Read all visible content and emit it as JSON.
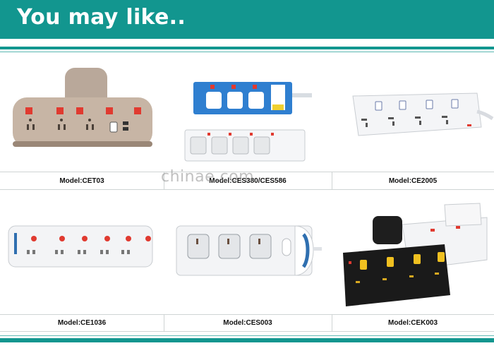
{
  "header": {
    "title": "You may like.."
  },
  "watermark": "chinae.com",
  "products": [
    {
      "model": "Model:CET03",
      "icon": "t-shaped-socket-adapter"
    },
    {
      "model": "Model:CES380/CES586",
      "icon": "universal-power-strips"
    },
    {
      "model": "Model:CE2005",
      "icon": "uk-power-strip"
    },
    {
      "model": "Model:CE1036",
      "icon": "six-way-power-strip"
    },
    {
      "model": "Model:CES003",
      "icon": "three-way-power-strip"
    },
    {
      "model": "Model:CEK003",
      "icon": "black-power-strip-with-plug"
    }
  ],
  "colors": {
    "brand": "#12968f",
    "switch_red": "#e0202a"
  }
}
